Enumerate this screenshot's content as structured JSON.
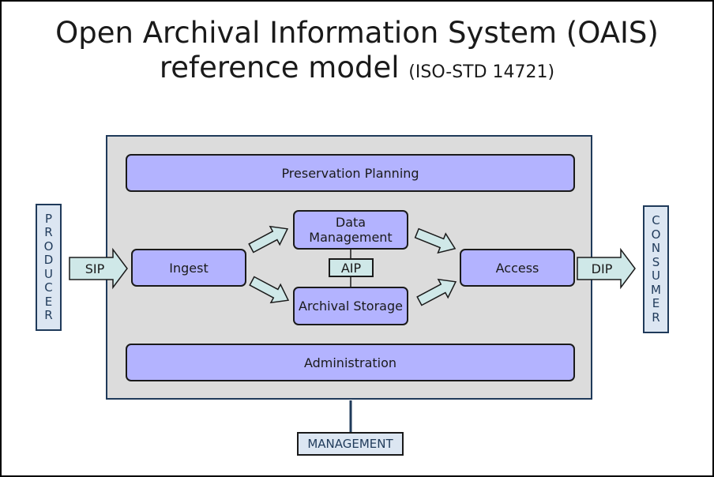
{
  "title": {
    "line1": "Open Archival Information System (OAIS)",
    "line2": "reference model",
    "standard": "(ISO-STD 14721)"
  },
  "producer": [
    "P",
    "R",
    "O",
    "D",
    "U",
    "C",
    "E",
    "R"
  ],
  "consumer": [
    "C",
    "O",
    "N",
    "S",
    "U",
    "M",
    "E",
    "R"
  ],
  "entities": {
    "preservation_planning": "Preservation Planning",
    "ingest": "Ingest",
    "data_management_line1": "Data",
    "data_management_line2": "Management",
    "archival_storage": "Archival Storage",
    "access": "Access",
    "administration": "Administration"
  },
  "packages": {
    "sip": "SIP",
    "aip": "AIP",
    "dip": "DIP"
  },
  "management": "MANAGEMENT",
  "colors": {
    "entity_fill": "#b3b3ff",
    "system_fill": "#dcdcdc",
    "arrow_fill": "#cfe8e8",
    "label_fill": "#dce6f2",
    "outline_blue": "#1f3a5a"
  }
}
